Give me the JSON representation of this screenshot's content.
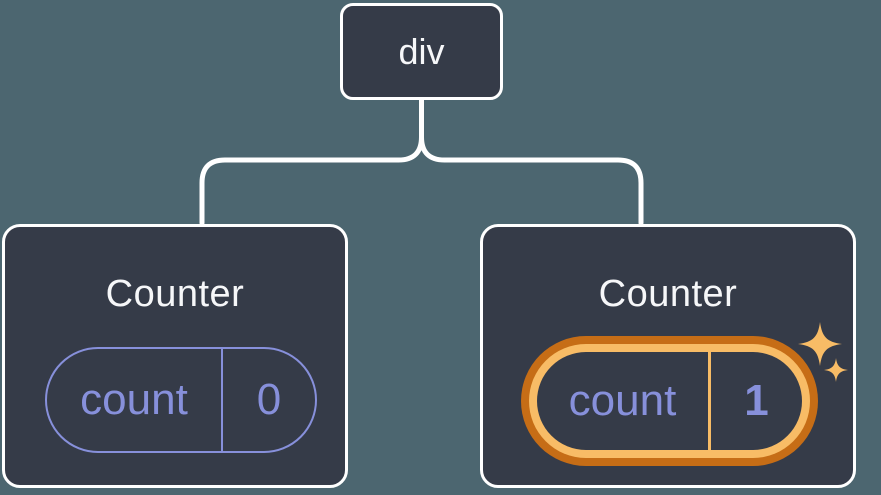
{
  "diagram": {
    "description": "React component tree: a div root with two Counter children; the second Counter's state is highlighted as newly updated",
    "background_color": "#4C6670",
    "node_fill": "#353B48",
    "node_border_color": "#FFFFFF",
    "connector_color": "#FFFFFF",
    "root": {
      "label": "div"
    },
    "children": [
      {
        "title": "Counter",
        "state_key": "count",
        "state_value": "0",
        "highlighted": false,
        "accent_color": "#8790DB"
      },
      {
        "title": "Counter",
        "state_key": "count",
        "state_value": "1",
        "highlighted": true,
        "accent_color": "#8790DB",
        "highlight_outer_color": "#C66D16",
        "highlight_inner_color": "#F8BC66",
        "icon": "sparkle-icon"
      }
    ]
  }
}
